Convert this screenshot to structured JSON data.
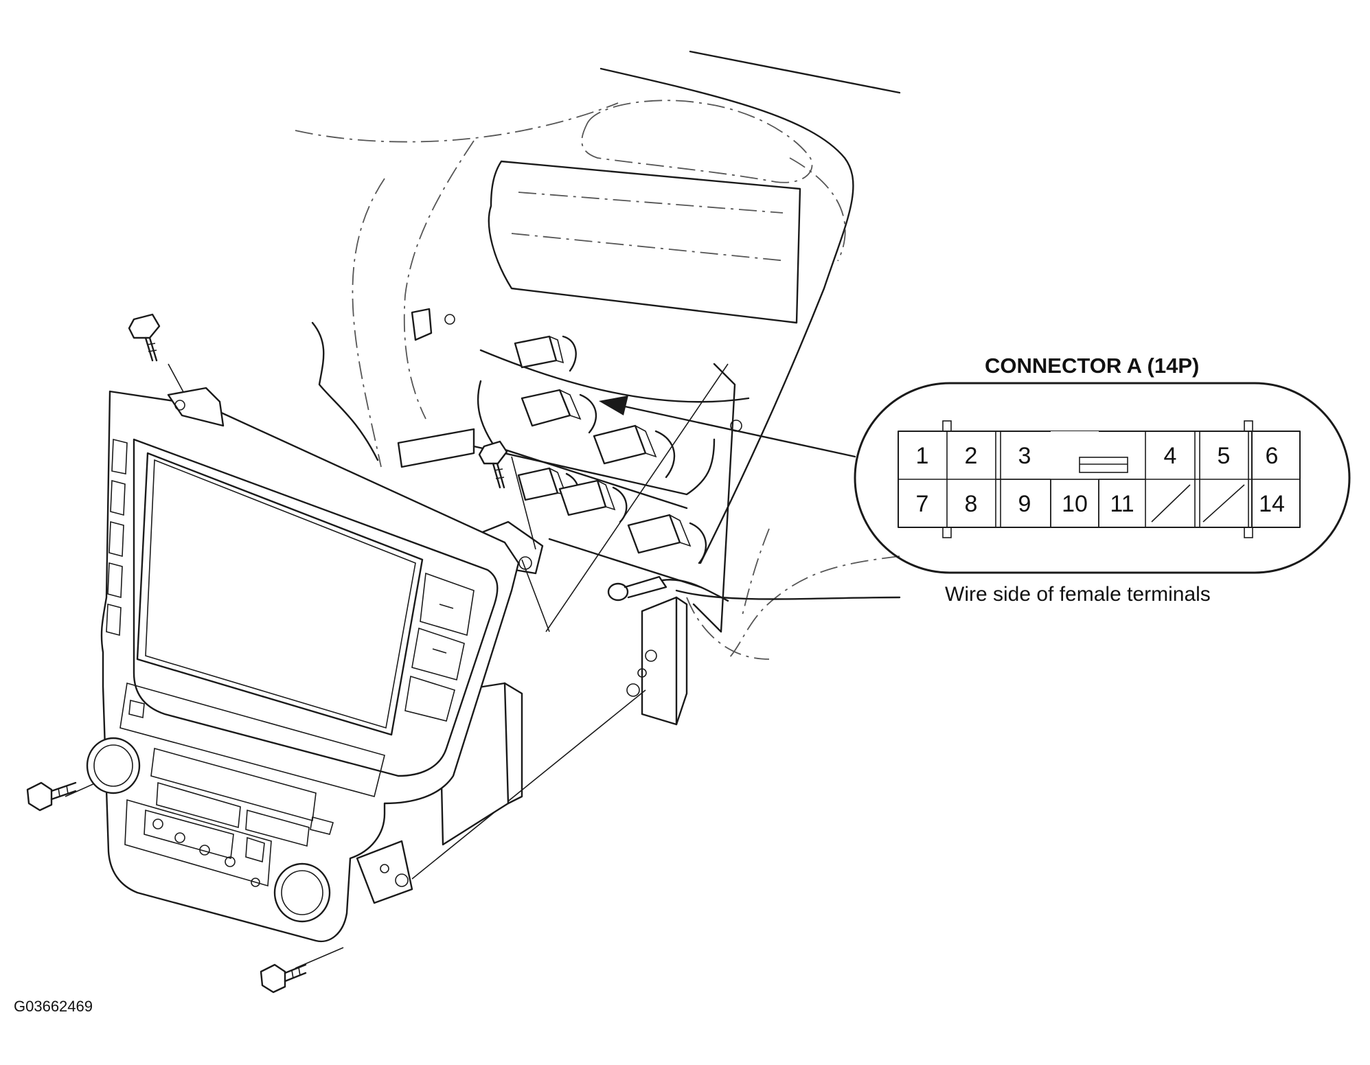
{
  "connector": {
    "title": "CONNECTOR A (14P)",
    "caption": "Wire side of female terminals",
    "pins": [
      {
        "label": "1"
      },
      {
        "label": "2"
      },
      {
        "label": "3"
      },
      {
        "label": "4"
      },
      {
        "label": "5"
      },
      {
        "label": "6"
      },
      {
        "label": "7"
      },
      {
        "label": "8"
      },
      {
        "label": "9"
      },
      {
        "label": "10"
      },
      {
        "label": "11"
      },
      {
        "label": "14"
      }
    ],
    "empty_cavities": 2
  },
  "figure_id": "G03662469",
  "colors": {
    "line": "#1a1a1a",
    "background": "#ffffff"
  },
  "parts": [
    {
      "name": "display-unit",
      "icon": "audio-display-unit"
    },
    {
      "name": "bolt",
      "icon": "bolt-icon",
      "count": 4
    },
    {
      "name": "harness-connectors",
      "count": 6
    },
    {
      "name": "antenna-lead",
      "icon": "antenna-plug-icon"
    }
  ]
}
